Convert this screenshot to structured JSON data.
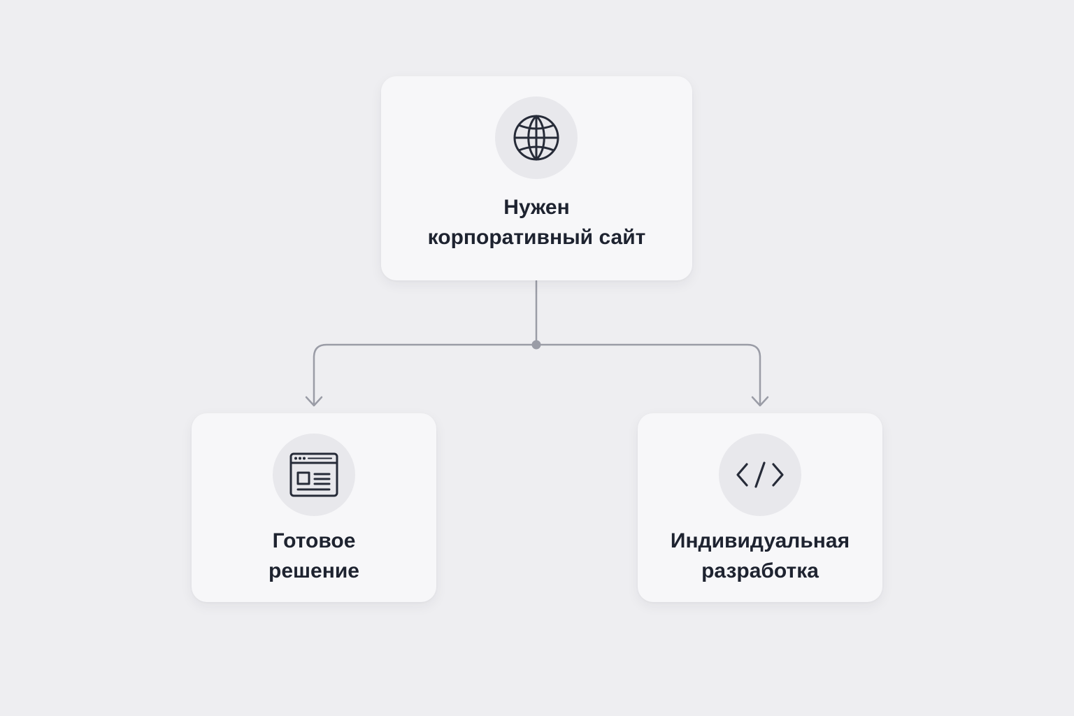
{
  "diagram": {
    "colors": {
      "background": "#eeeef1",
      "card": "#f7f7f9",
      "icon_circle": "#e8e8ec",
      "text": "#1e2330",
      "connector": "#9a9ca6"
    },
    "root": {
      "icon": "globe-icon",
      "label_line1": "Нужен",
      "label_line2": "корпоративный сайт"
    },
    "left": {
      "icon": "browser-window-icon",
      "label_line1": "Готовое",
      "label_line2": "решение"
    },
    "right": {
      "icon": "code-icon",
      "label_line1": "Индивидуальная",
      "label_line2": "разработка"
    }
  }
}
